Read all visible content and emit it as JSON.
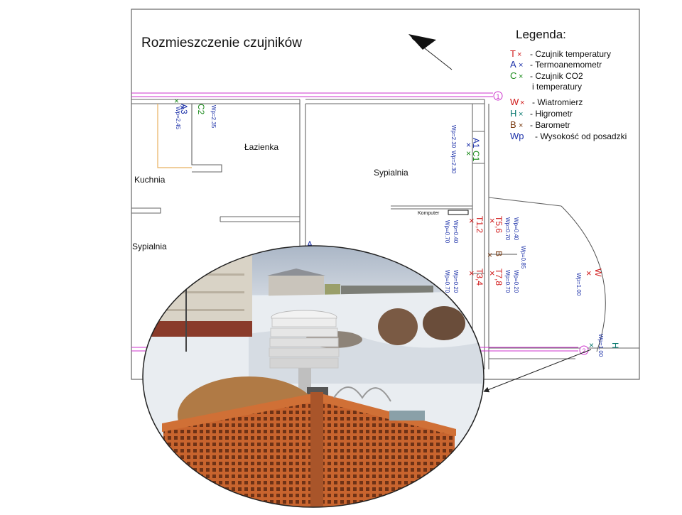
{
  "title": "Rozmieszczenie czujników",
  "legend": {
    "heading": "Legenda:",
    "items": [
      {
        "symbol": "T",
        "text": "- Czujnik temperatury",
        "color": "#d01818"
      },
      {
        "symbol": "A",
        "text": "- Termoanemometr",
        "color": "#1a2fa8"
      },
      {
        "symbol": "C",
        "text": "- Czujnik CO2",
        "color": "#1a8a1a"
      },
      {
        "symbol": "",
        "text": "i temperatury",
        "color": "#000000"
      },
      {
        "symbol": "W",
        "text": "- Wiatromierz",
        "color": "#d01818"
      },
      {
        "symbol": "H",
        "text": "- Higrometr",
        "color": "#0a7a70"
      },
      {
        "symbol": "B",
        "text": "- Barometr",
        "color": "#7a3a10"
      },
      {
        "symbol": "Wp",
        "text": "- Wysokość od posadzki",
        "color": "#1a2fa8"
      }
    ]
  },
  "rooms": {
    "bathroom": "Łazienka",
    "kitchen": "Kuchnia",
    "bedroom_left": "Sypialnia",
    "bedroom_right": "Sypialnia",
    "computer": "Komputer"
  },
  "axis_markers": [
    "1",
    "2"
  ],
  "sensors": {
    "c2": "C2",
    "a3": "A3",
    "wp235": "Wp=2.35",
    "wp245": "Wp=2.45",
    "a1": "A1",
    "c1": "C1",
    "wp230a": "Wp=2.30",
    "wp230b": "Wp=2.30",
    "t12": "T1,2",
    "wp040a": "Wp=0.40",
    "wp070a": "Wp=0.70",
    "t56": "T5,6",
    "wp040b": "Wp=0.40",
    "wp070b": "Wp=0.70",
    "b": "B",
    "wp085": "Wp=0.85",
    "t34": "T3,4",
    "wp020a": "Wp=0.20",
    "wp070c": "Wp=0.70",
    "t78": "T7,8",
    "wp020b": "Wp=0.20",
    "wp070d": "Wp=0.70",
    "w": "W",
    "wp100a": "Wp=1.00",
    "h": "H",
    "wp100b": "Wp=1.00",
    "a_partial": "A"
  },
  "colors": {
    "wall": "#555555",
    "axis": "#cc33cc",
    "temp": "#d01818",
    "anemo": "#1a2fa8",
    "co2": "#1a8a1a",
    "hygro": "#0a7a70",
    "baro": "#7a3a10",
    "duct": "#e8b060"
  }
}
